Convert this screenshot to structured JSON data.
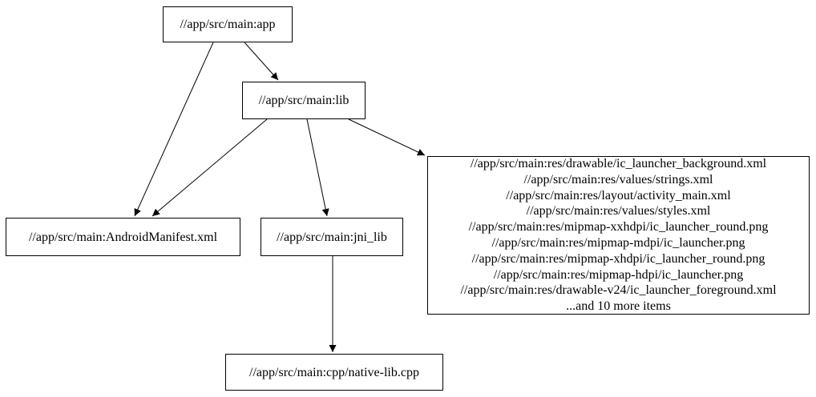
{
  "graph": {
    "background_color": "#ffffff",
    "node_border_color": "#000000",
    "text_color": "#000000",
    "edge_color": "#000000",
    "nodes": {
      "app": {
        "label": "//app/src/main:app"
      },
      "lib": {
        "label": "//app/src/main:lib"
      },
      "android_manifest": {
        "label": "//app/src/main:AndroidManifest.xml"
      },
      "jni_lib": {
        "label": "//app/src/main:jni_lib"
      },
      "resources": {
        "lines": [
          "//app/src/main:res/drawable/ic_launcher_background.xml",
          "//app/src/main:res/values/strings.xml",
          "//app/src/main:res/layout/activity_main.xml",
          "//app/src/main:res/values/styles.xml",
          "//app/src/main:res/mipmap-xxhdpi/ic_launcher_round.png",
          "//app/src/main:res/mipmap-mdpi/ic_launcher.png",
          "//app/src/main:res/mipmap-xhdpi/ic_launcher_round.png",
          "//app/src/main:res/mipmap-hdpi/ic_launcher.png",
          "//app/src/main:res/drawable-v24/ic_launcher_foreground.xml",
          "...and 10 more items"
        ]
      },
      "native_lib": {
        "label": "//app/src/main:cpp/native-lib.cpp"
      }
    },
    "edges": [
      {
        "from": "app",
        "to": "lib"
      },
      {
        "from": "app",
        "to": "android_manifest"
      },
      {
        "from": "lib",
        "to": "android_manifest"
      },
      {
        "from": "lib",
        "to": "jni_lib"
      },
      {
        "from": "lib",
        "to": "resources"
      },
      {
        "from": "jni_lib",
        "to": "native_lib"
      }
    ]
  }
}
